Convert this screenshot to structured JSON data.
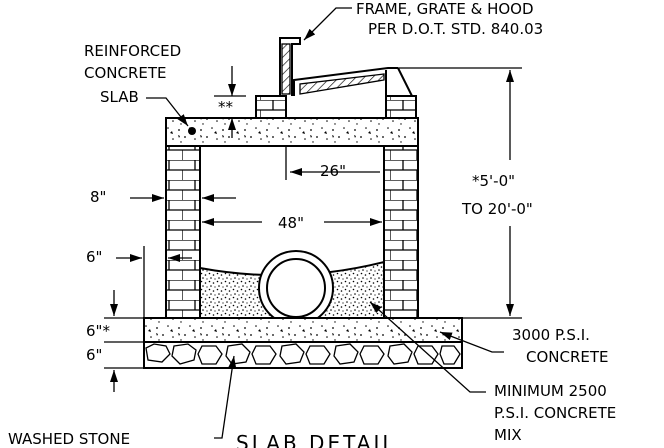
{
  "labels": {
    "frame_line1": "FRAME, GRATE & HOOD",
    "frame_line2": "PER D.O.T. STD. 840.03",
    "slab_line1": "REINFORCED",
    "slab_line2": "CONCRETE",
    "slab_line3": "SLAB",
    "double_star": "**",
    "dim_26": "26\"",
    "dim_depth_line1": "*5'-0\"",
    "dim_depth_line2": "TO 20'-0\"",
    "dim_8": "8\"",
    "dim_48": "48\"",
    "dim_6_wall": "6\"",
    "dim_6_slab": "6\"*",
    "dim_6_stone": "6\"",
    "concrete_3000_line1": "3000 P.S.I.",
    "concrete_3000_line2": "CONCRETE",
    "concrete_2500_line1": "MINIMUM 2500",
    "concrete_2500_line2": "P.S.I. CONCRETE",
    "concrete_2500_line3": "MIX",
    "washed_stone": "WASHED STONE",
    "detail_title": "SLAB DETAIL"
  }
}
